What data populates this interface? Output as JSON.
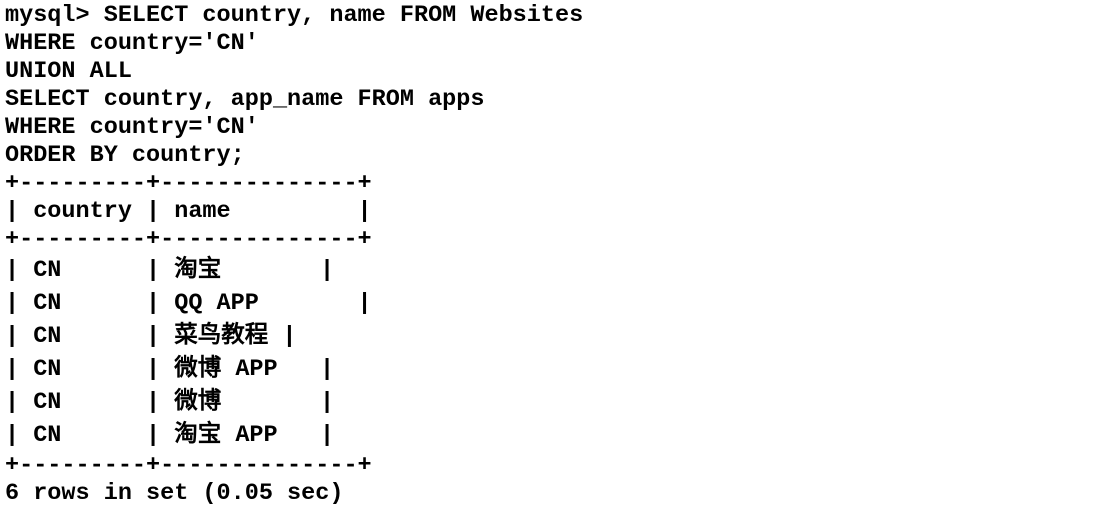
{
  "terminal": {
    "background_color": "#ffffff",
    "text_color": "#000000",
    "prompt": "mysql>"
  },
  "query": {
    "lines": [
      "SELECT country, name FROM Websites",
      "WHERE country='CN'",
      "UNION ALL",
      "SELECT country, app_name FROM apps",
      "WHERE country='CN'",
      "ORDER BY country;"
    ]
  },
  "result_table": {
    "columns": [
      "country",
      "name"
    ],
    "rows": [
      [
        "CN",
        "淘宝"
      ],
      [
        "CN",
        "QQ APP"
      ],
      [
        "CN",
        "菜鸟教程"
      ],
      [
        "CN",
        "微博 APP"
      ],
      [
        "CN",
        "微博"
      ],
      [
        "CN",
        "淘宝 APP"
      ]
    ]
  },
  "status_line": "6 rows in set (0.05 sec)",
  "screen_lines": [
    {
      "kind": "query",
      "text": "mysql> SELECT country, name FROM Websites"
    },
    {
      "kind": "query",
      "text": "WHERE country='CN'"
    },
    {
      "kind": "query",
      "text": "UNION ALL"
    },
    {
      "kind": "query",
      "text": "SELECT country, app_name FROM apps"
    },
    {
      "kind": "query",
      "text": "WHERE country='CN'"
    },
    {
      "kind": "query",
      "text": "ORDER BY country;"
    },
    {
      "kind": "table-border",
      "text": "+---------+--------------+"
    },
    {
      "kind": "table-header",
      "text": "| country | name         |"
    },
    {
      "kind": "table-border",
      "text": "+---------+--------------+"
    },
    {
      "kind": "table-row",
      "text": "| CN      | 淘宝       |"
    },
    {
      "kind": "table-row",
      "text": "| CN      | QQ APP       |"
    },
    {
      "kind": "table-row",
      "text": "| CN      | 菜鸟教程 |"
    },
    {
      "kind": "table-row",
      "text": "| CN      | 微博 APP   |"
    },
    {
      "kind": "table-row",
      "text": "| CN      | 微博       |"
    },
    {
      "kind": "table-row",
      "text": "| CN      | 淘宝 APP   |"
    },
    {
      "kind": "table-border",
      "text": "+---------+--------------+"
    },
    {
      "kind": "status",
      "text": "6 rows in set (0.05 sec)"
    }
  ]
}
